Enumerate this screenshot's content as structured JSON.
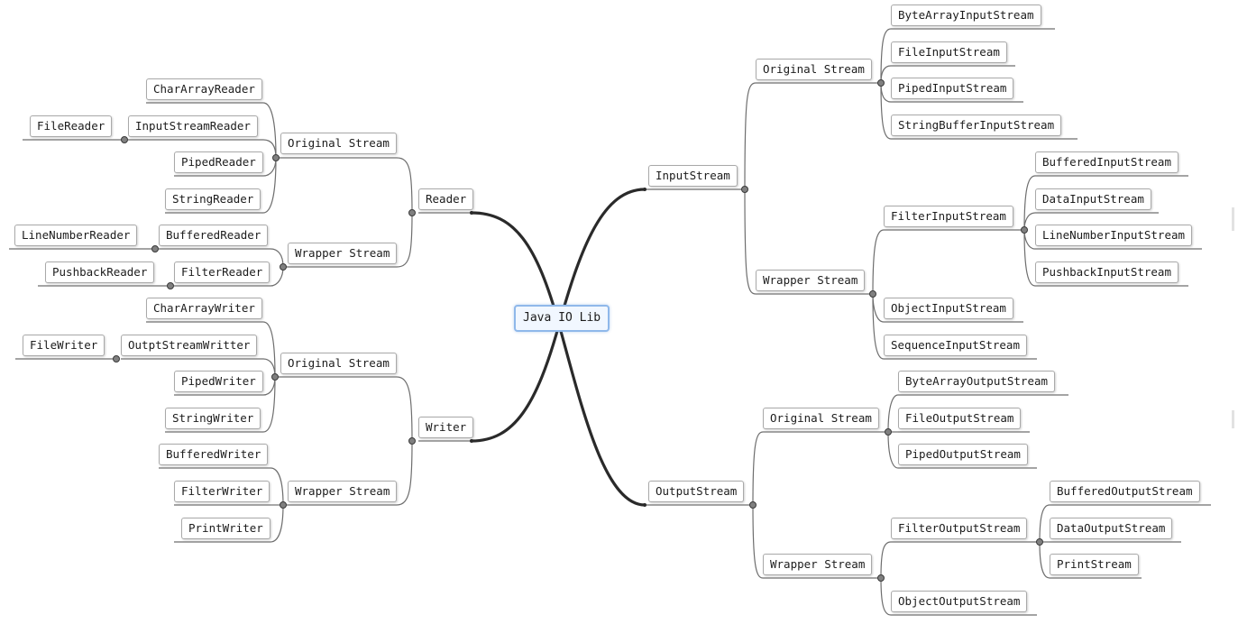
{
  "root": "Java IO Lib",
  "left": {
    "reader": {
      "label": "Reader",
      "original": {
        "label": "Original Stream",
        "items": [
          "CharArrayReader",
          "InputStreamReader",
          "PipedReader",
          "StringReader"
        ],
        "sub": "FileReader"
      },
      "wrapper": {
        "label": "Wrapper Stream",
        "items": [
          "BufferedReader",
          "FilterReader"
        ],
        "subs": [
          "LineNumberReader",
          "PushbackReader"
        ]
      }
    },
    "writer": {
      "label": "Writer",
      "original": {
        "label": "Original Stream",
        "items": [
          "CharArrayWriter",
          "OutptStreamWritter",
          "PipedWriter",
          "StringWriter"
        ],
        "sub": "FileWriter"
      },
      "wrapper": {
        "label": "Wrapper Stream",
        "items": [
          "BufferedWriter",
          "FilterWriter",
          "PrintWriter"
        ]
      }
    }
  },
  "right": {
    "input": {
      "label": "InputStream",
      "original": {
        "label": "Original Stream",
        "items": [
          "ByteArrayInputStream",
          "FileInputStream",
          "PipedInputStream",
          "StringBufferInputStream"
        ]
      },
      "wrapper": {
        "label": "Wrapper Stream",
        "filter": {
          "label": "FilterInputStream",
          "items": [
            "BufferedInputStream",
            "DataInputStream",
            "LineNumberInputStream",
            "PushbackInputStream"
          ]
        },
        "items": [
          "ObjectInputStream",
          "SequenceInputStream"
        ]
      }
    },
    "output": {
      "label": "OutputStream",
      "original": {
        "label": "Original Stream",
        "items": [
          "ByteArrayOutputStream",
          "FileOutputStream",
          "PipedOutputStream"
        ]
      },
      "wrapper": {
        "label": "Wrapper Stream",
        "filter": {
          "label": "FilterOutputStream",
          "items": [
            "BufferedOutputStream",
            "DataOutputStream",
            "PrintStream"
          ]
        },
        "items": [
          "ObjectOutputStream"
        ]
      }
    }
  }
}
